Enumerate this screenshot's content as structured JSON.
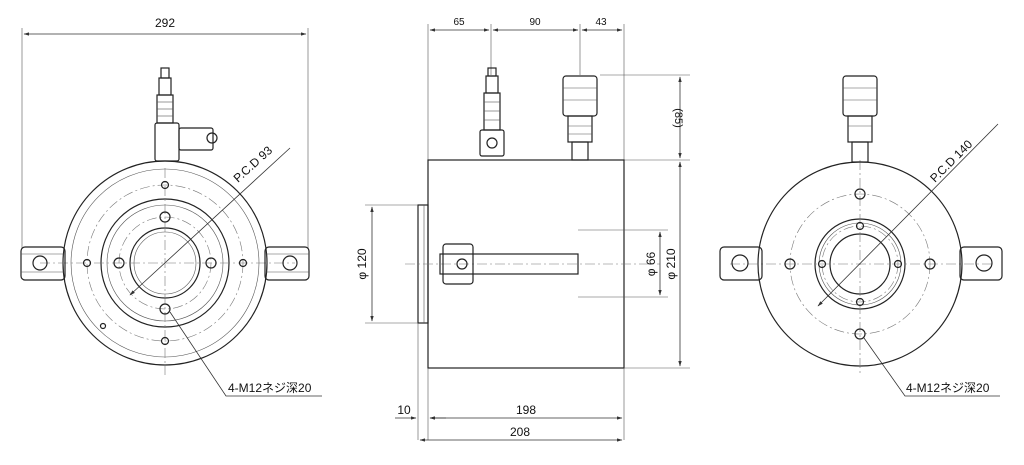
{
  "front_view": {
    "width_dim": "292",
    "pcd_label": "P.C.D 93",
    "thread_label": "4-M12ネジ深20"
  },
  "side_view": {
    "dim_65": "65",
    "dim_90": "90",
    "dim_43": "43",
    "dim_85": "(85)",
    "dia_120": "φ 120",
    "dia_66": "φ 66",
    "dia_210": "φ 210",
    "dim_10": "10",
    "dim_198": "198",
    "dim_208": "208"
  },
  "rear_view": {
    "pcd_label": "P.C.D 140",
    "thread_label": "4-M12ネジ深20"
  }
}
